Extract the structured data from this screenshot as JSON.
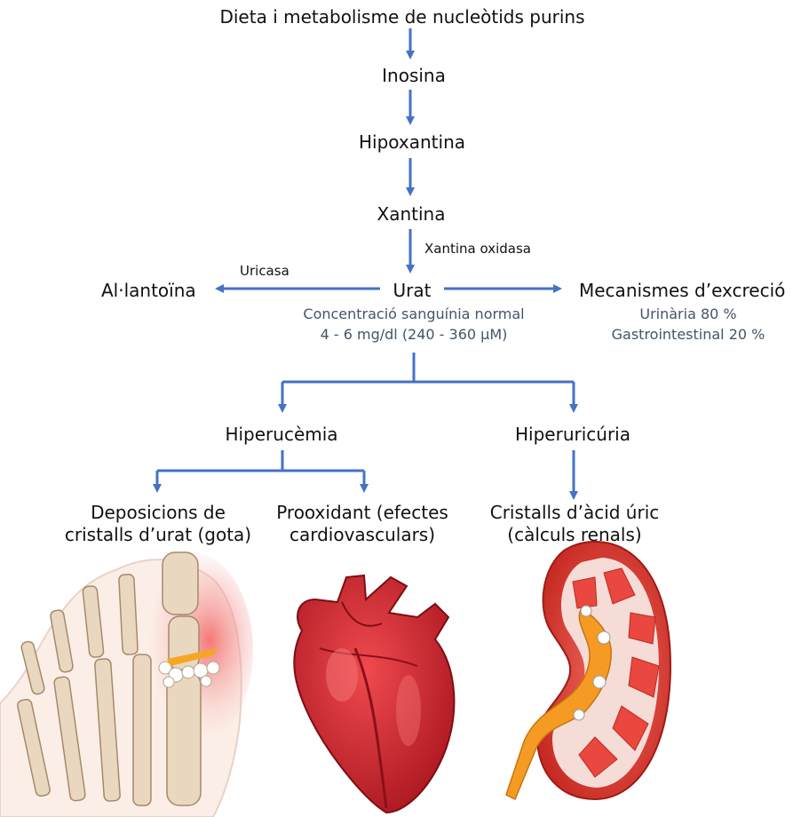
{
  "colors": {
    "arrow": "#4472c4",
    "subtext": "#44546a",
    "heart": "#c8202a",
    "kidney": "#d9342c",
    "ureter": "#f59a23",
    "foot_highlight": "#f28b82",
    "bone": "#ead7bf"
  },
  "nodes": {
    "diet": "Dieta i metabolisme de nucleòtids purins",
    "inosina": "Inosina",
    "hipoxantina": "Hipoxantina",
    "xantina": "Xantina",
    "xantina_oxidasa": "Xantina oxidasa",
    "uricasa": "Uricasa",
    "alantoina": "Al·lantoïna",
    "urat": "Urat",
    "excrecio": "Mecanismes d’excreció",
    "hiperucemia": "Hiperucèmia",
    "hiperuricuria": "Hiperuricúria"
  },
  "concentration": {
    "line1": "Concentració sanguínia normal",
    "line2": "4 - 6 mg/dl (240 - 360 µM)"
  },
  "excretion_detail": {
    "urinary": "Urinària 80 %",
    "gastro": "Gastrointestinal 20 %"
  },
  "outcomes": {
    "gota": {
      "line1": "Deposicions de",
      "line2": "cristalls d’urat (gota)"
    },
    "prooxidant": {
      "line1": "Prooxidant (efectes",
      "line2": "cardiovasculars)"
    },
    "calculs": {
      "line1": "Cristalls d’àcid úric",
      "line2": "(càlculs renals)"
    }
  },
  "illustrations": [
    "foot-gout-icon",
    "heart-icon",
    "kidney-stone-icon"
  ]
}
